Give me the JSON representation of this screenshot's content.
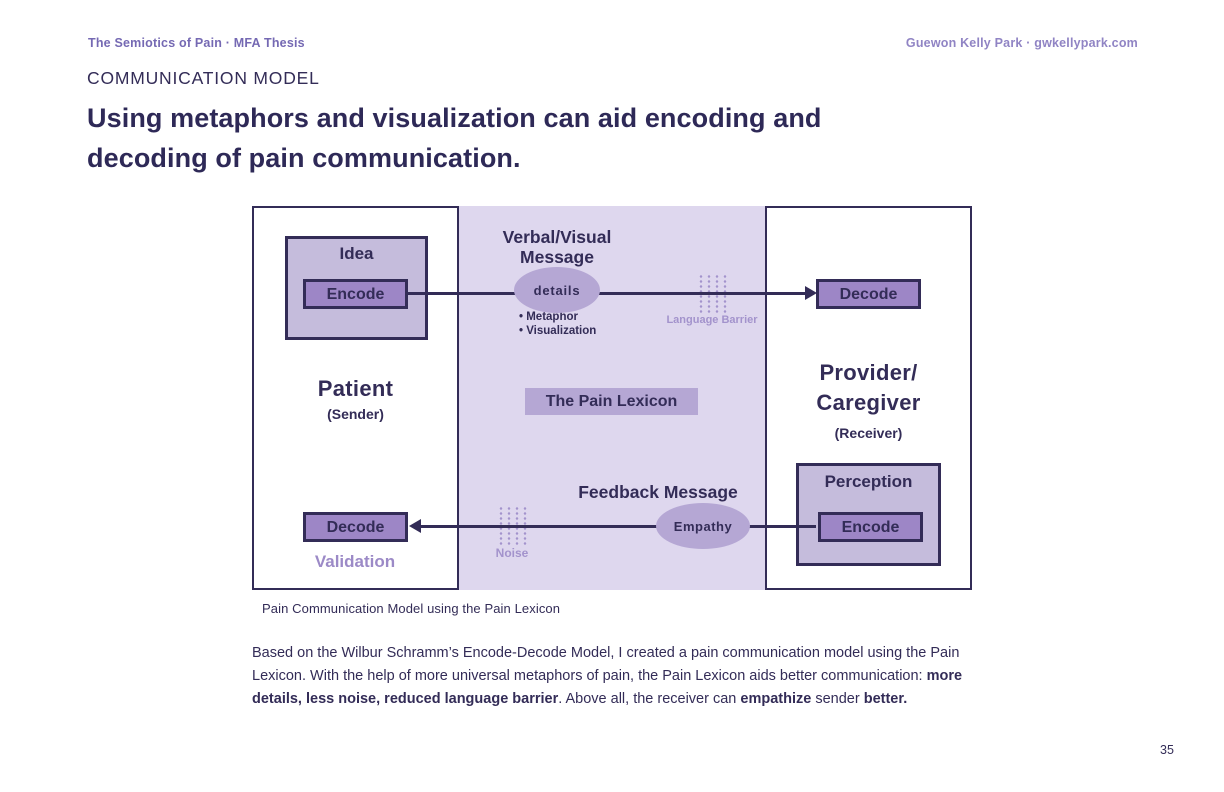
{
  "header": {
    "left": "The Semiotics of Pain · MFA Thesis",
    "right": "Guewon Kelly Park · gwkellypark.com"
  },
  "kicker": "COMMUNICATION MODEL",
  "title": {
    "line1": "Using metaphors and visualization can aid encoding and",
    "line2": "decoding of pain communication."
  },
  "diagram": {
    "sender": {
      "idea": "Idea",
      "encode": "Encode",
      "role": "Patient",
      "role_sub": "(Sender)",
      "decode": "Decode",
      "validation": "Validation"
    },
    "receiver": {
      "decode": "Decode",
      "role_line1": "Provider/",
      "role_line2": "Caregiver",
      "role_sub": "(Receiver)",
      "perception": "Perception",
      "encode": "Encode"
    },
    "channel": {
      "message_line1": "Verbal/Visual",
      "message_line2": "Message",
      "details": "details",
      "bullets": [
        "• Metaphor",
        "• Visualization"
      ],
      "language_barrier": "Language Barrier",
      "lexicon": "The Pain Lexicon",
      "feedback": "Feedback Message",
      "empathy": "Empathy",
      "noise": "Noise"
    }
  },
  "caption": "Pain Communication Model using the Pain Lexicon",
  "body": {
    "normal1": "Based on the Wilbur Schramm’s Encode-Decode Model, I created a pain communication model using the Pain Lexicon. With the help of more universal metaphors of pain, the Pain Lexicon aids better communication: ",
    "bold1": "more details, less noise, reduced language barrier",
    "normal2": ". Above all, the receiver can ",
    "bold2": "empathize",
    "normal3": " sender ",
    "bold3": "better."
  },
  "page_number": "35",
  "colors": {
    "dark": "#332c57",
    "title": "#2e2957",
    "accent_purple": "#9d86c6",
    "light_purple": "#c5bcdc",
    "band": "#ded7ee",
    "mid_purple": "#b5a7d4",
    "muted_purple": "#a393cc",
    "validation_purple": "#9c8ac7",
    "header_left": "#7569b3",
    "header_right": "#9084c4"
  }
}
